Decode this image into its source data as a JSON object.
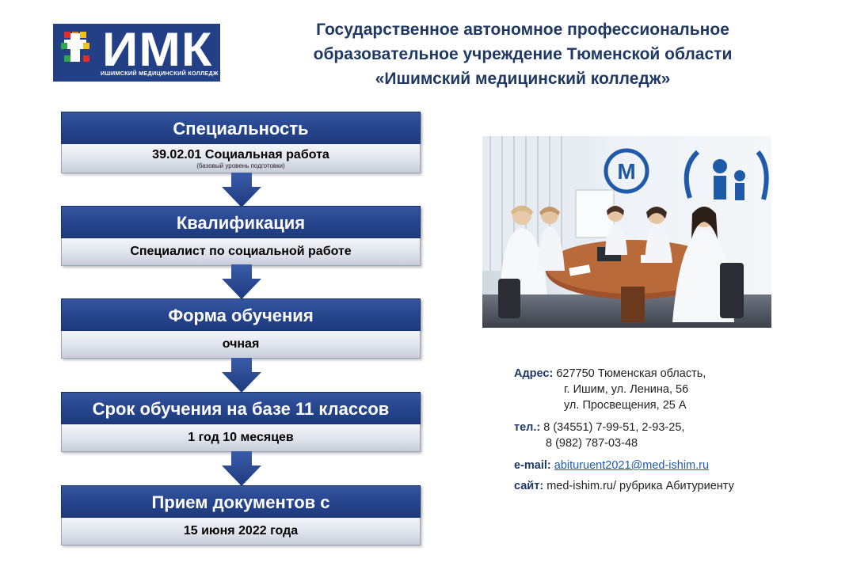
{
  "logo": {
    "text": "ИМК",
    "subtitle": "ИШИМСКИЙ МЕДИЦИНСКИЙ КОЛЛЕДЖ"
  },
  "header": {
    "line1": "Государственное автономное профессиональное",
    "line2": "образовательное учреждение Тюменской области",
    "line3": "«Ишимский медицинский колледж»"
  },
  "blocks": [
    {
      "title": "Специальность",
      "value": "39.02.01  Социальная работа",
      "note": "(базовый уровень подготовки)"
    },
    {
      "title": "Квалификация",
      "value": "Специалист по социальной работе"
    },
    {
      "title": "Форма обучения",
      "value": "очная"
    },
    {
      "title": "Срок обучения на базе 11 классов",
      "value": "1 год 10 месяцев"
    },
    {
      "title": "Прием документов с",
      "value": "15 июня 2022 года"
    }
  ],
  "contacts": {
    "address_label": "Адрес:",
    "address_1": "627750 Тюменская область,",
    "address_2": "г. Ишим,  ул.  Ленина,  56",
    "address_3": "ул.  Просвещения,  25 А",
    "phone_label": "тел.:",
    "phone_1": "8 (34551) 7-99-51, 2-93-25,",
    "phone_2": "8 (982) 787-03-48",
    "email_label": "e-mail:",
    "email": "abituruent2021@med-ishim.ru",
    "site_label": "сайт:",
    "site": "med-ishim.ru/  рубрика  Абитуриенту"
  },
  "colors": {
    "brand_navy": "#233f86",
    "title_text": "#1f3864",
    "logo_red": "#e52d27",
    "logo_green": "#2aa84a",
    "logo_yellow": "#f2c21a",
    "logo_orange": "#ef7d1a"
  }
}
